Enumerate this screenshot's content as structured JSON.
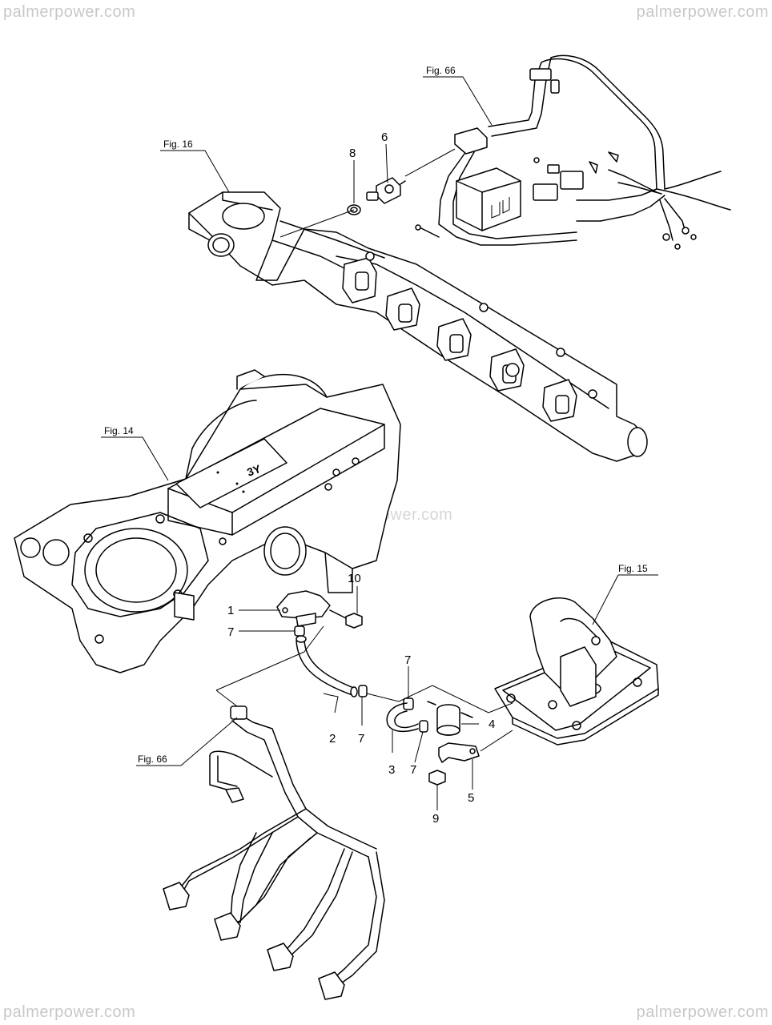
{
  "watermarks": {
    "top_left": "palmerpower.com",
    "top_right": "palmerpower.com",
    "bottom_left": "palmerpower.com",
    "bottom_right": "palmerpower.com",
    "center": "palmerpower.com"
  },
  "figure_refs": {
    "fig66_top": "Fig. 66",
    "fig16": "Fig. 16",
    "fig14": "Fig. 14",
    "fig15": "Fig. 15",
    "fig66_bottom": "Fig. 66"
  },
  "part_numbers": {
    "p1": "1",
    "p2": "2",
    "p3": "3",
    "p4": "4",
    "p5": "5",
    "p6": "6",
    "p7a": "7",
    "p7b": "7",
    "p7c": "7",
    "p7d": "7",
    "p8": "8",
    "p9": "9",
    "p10": "10"
  },
  "body_marking": "3Y"
}
